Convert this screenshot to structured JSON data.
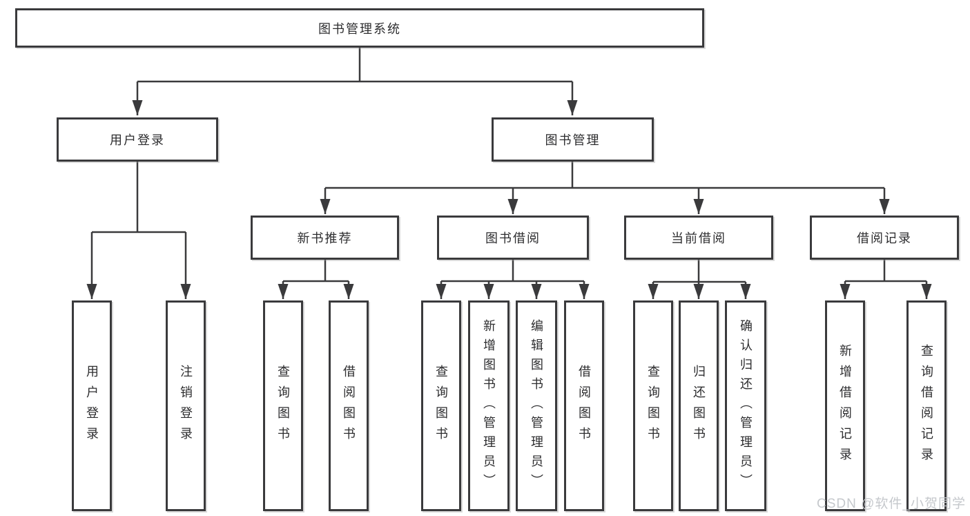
{
  "diagram": {
    "type": "hierarchy-tree",
    "title": "图书管理系统",
    "watermark": "CSDN @软件_小贺同学",
    "colors": {
      "line": "#3a3a3c",
      "box_border": "#3a3a3c",
      "box_fill": "#ffffff",
      "text": "#2d2d2f",
      "watermark": "#c5c8cc",
      "background": "#ffffff"
    },
    "nodes": {
      "root": {
        "label": "图书管理系统"
      },
      "user_login": {
        "label": "用户登录"
      },
      "book_mgmt": {
        "label": "图书管理"
      },
      "new_book_rec": {
        "label": "新书推荐"
      },
      "book_borrow": {
        "label": "图书借阅"
      },
      "current_borrow": {
        "label": "当前借阅"
      },
      "borrow_record": {
        "label": "借阅记录"
      },
      "leaf_user_login": {
        "label": "用户登录"
      },
      "leaf_logout": {
        "label": "注销登录"
      },
      "leaf_query_book_1": {
        "label": "查询图书"
      },
      "leaf_borrow_book_1": {
        "label": "借阅图书"
      },
      "leaf_query_book_2": {
        "label": "查询图书"
      },
      "leaf_add_book": {
        "label": "新增图书（管理员）"
      },
      "leaf_edit_book": {
        "label": "编辑图书（管理员）"
      },
      "leaf_borrow_book_2": {
        "label": "借阅图书"
      },
      "leaf_query_book_3": {
        "label": "查询图书"
      },
      "leaf_return_book": {
        "label": "归还图书"
      },
      "leaf_confirm_return": {
        "label": "确认归还（管理员）"
      },
      "leaf_add_record": {
        "label": "新增借阅记录"
      },
      "leaf_query_record": {
        "label": "查询借阅记录"
      }
    },
    "edges": [
      [
        "图书管理系统",
        "用户登录"
      ],
      [
        "图书管理系统",
        "图书管理"
      ],
      [
        "用户登录",
        "用户登录"
      ],
      [
        "用户登录",
        "注销登录"
      ],
      [
        "图书管理",
        "新书推荐"
      ],
      [
        "图书管理",
        "图书借阅"
      ],
      [
        "图书管理",
        "当前借阅"
      ],
      [
        "图书管理",
        "借阅记录"
      ],
      [
        "新书推荐",
        "查询图书"
      ],
      [
        "新书推荐",
        "借阅图书"
      ],
      [
        "图书借阅",
        "查询图书"
      ],
      [
        "图书借阅",
        "新增图书（管理员）"
      ],
      [
        "图书借阅",
        "编辑图书（管理员）"
      ],
      [
        "图书借阅",
        "借阅图书"
      ],
      [
        "当前借阅",
        "查询图书"
      ],
      [
        "当前借阅",
        "归还图书"
      ],
      [
        "当前借阅",
        "确认归还（管理员）"
      ],
      [
        "借阅记录",
        "新增借阅记录"
      ],
      [
        "借阅记录",
        "查询借阅记录"
      ]
    ]
  }
}
